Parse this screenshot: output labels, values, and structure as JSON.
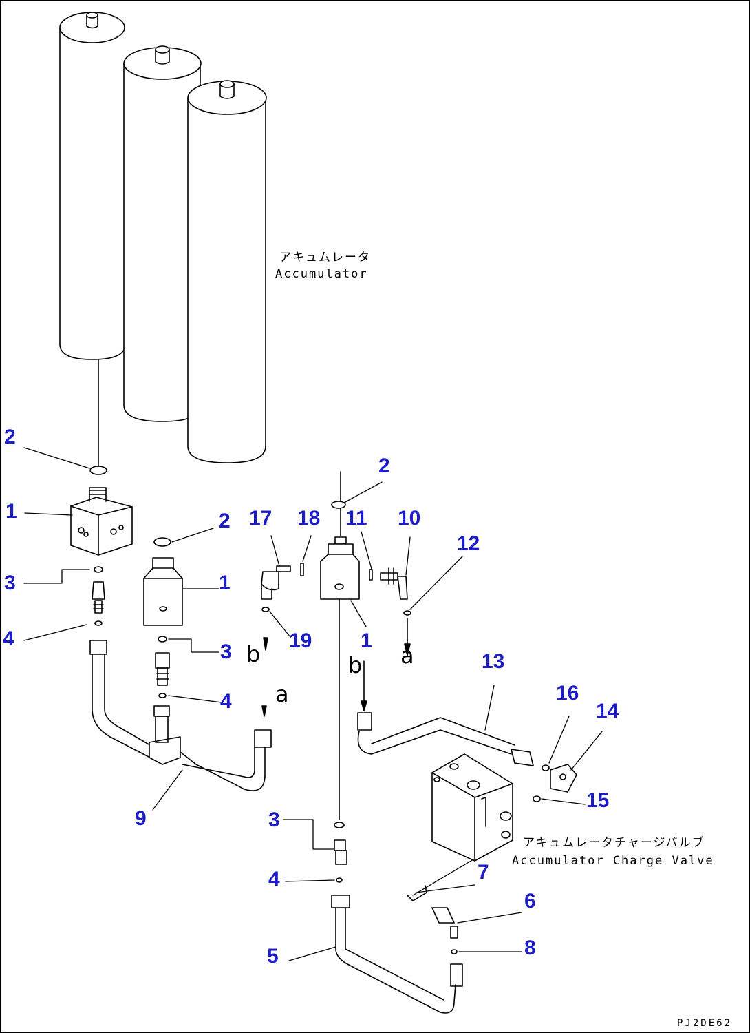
{
  "callouts": {
    "c1a": "1",
    "c1b": "1",
    "c1c": "1",
    "c2a": "2",
    "c2b": "2",
    "c2c": "2",
    "c3a": "3",
    "c3b": "3",
    "c3c": "3",
    "c4a": "4",
    "c4b": "4",
    "c4c": "4",
    "c5": "5",
    "c6": "6",
    "c7": "7",
    "c8": "8",
    "c9": "9",
    "c10": "10",
    "c11": "11",
    "c12": "12",
    "c13": "13",
    "c14": "14",
    "c15": "15",
    "c16": "16",
    "c17": "17",
    "c18": "18",
    "c19": "19"
  },
  "labels": {
    "accumulator_jp": "アキュムレータ",
    "accumulator_en": "Accumulator",
    "charge_valve_jp": "アキュムレータチャージバルブ",
    "charge_valve_en": "Accumulator Charge Valve",
    "ref_a_top": "a",
    "ref_a_left": "a",
    "ref_b_left": "b",
    "ref_b_center": "b",
    "drawing_code": "PJ2DE62"
  }
}
